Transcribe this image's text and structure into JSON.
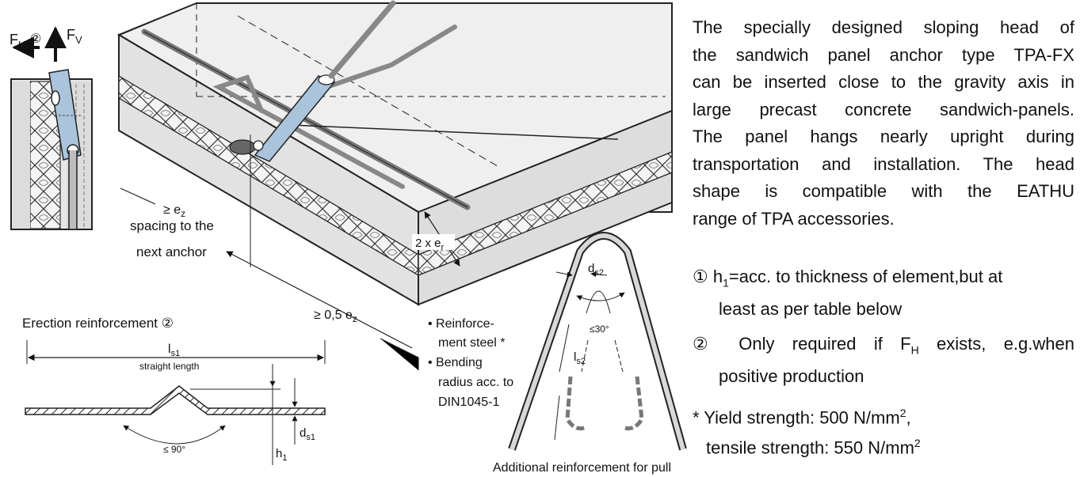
{
  "force_labels": {
    "fh": "F",
    "fh_sub": "H",
    "circ2": "②",
    "fv": "F",
    "fv_sub": "V"
  },
  "spacing": {
    "ez_ge": "≥ e",
    "ez_sub": "z",
    "line1": "spacing to the",
    "line2": "next anchor",
    "half_ez": "≥ 0,5 e",
    "half_sub": "z"
  },
  "edge": {
    "two_x_er": "2 x e",
    "er_sub": "r"
  },
  "erection": {
    "title": "Erection reinforcement ②",
    "ls1": "l",
    "ls1_sub": "s1",
    "straight": "straight length",
    "angle": "≤ 90°",
    "ds1": "d",
    "ds1_sub": "s1",
    "h1": "h",
    "h1_sub": "1"
  },
  "reinforcement_notes": {
    "line1": "• Reinforce-",
    "line2": "ment steel *",
    "line3": "• Bending",
    "line4": "radius acc. to",
    "line5": "DIN1045-1"
  },
  "pull": {
    "ds2": "d",
    "ds2_sub": "s2",
    "angle": "≤30°",
    "ls2": "l",
    "ls2_sub": "s2",
    "caption": "Additional reinforcement for pull"
  },
  "description": {
    "lines": [
      "The specially designed sloping head of",
      "the sandwich panel anchor type TPA-FX",
      "can be inserted close to the gravity axis in",
      "large precast concrete sandwich-panels.",
      "The panel hangs nearly upright during",
      "transportation and installation. The head",
      "shape is compatible with the EATHU",
      "range of TPA accessories."
    ]
  },
  "footnotes": {
    "n1_a": "① h",
    "n1_sub": "1",
    "n1_b": "=acc. to thickness of element,but at",
    "n1_c": "least as per table below",
    "n2_a": "② Only required if F",
    "n2_sub": "H",
    "n2_b": " exists, e.g.when",
    "n2_c": "positive production",
    "star_a": "* Yield strength: 500 N/mm",
    "star_sup": "2",
    "star_b": ",",
    "star_c": "tensile strength: 550 N/mm",
    "star_sup2": "2"
  }
}
